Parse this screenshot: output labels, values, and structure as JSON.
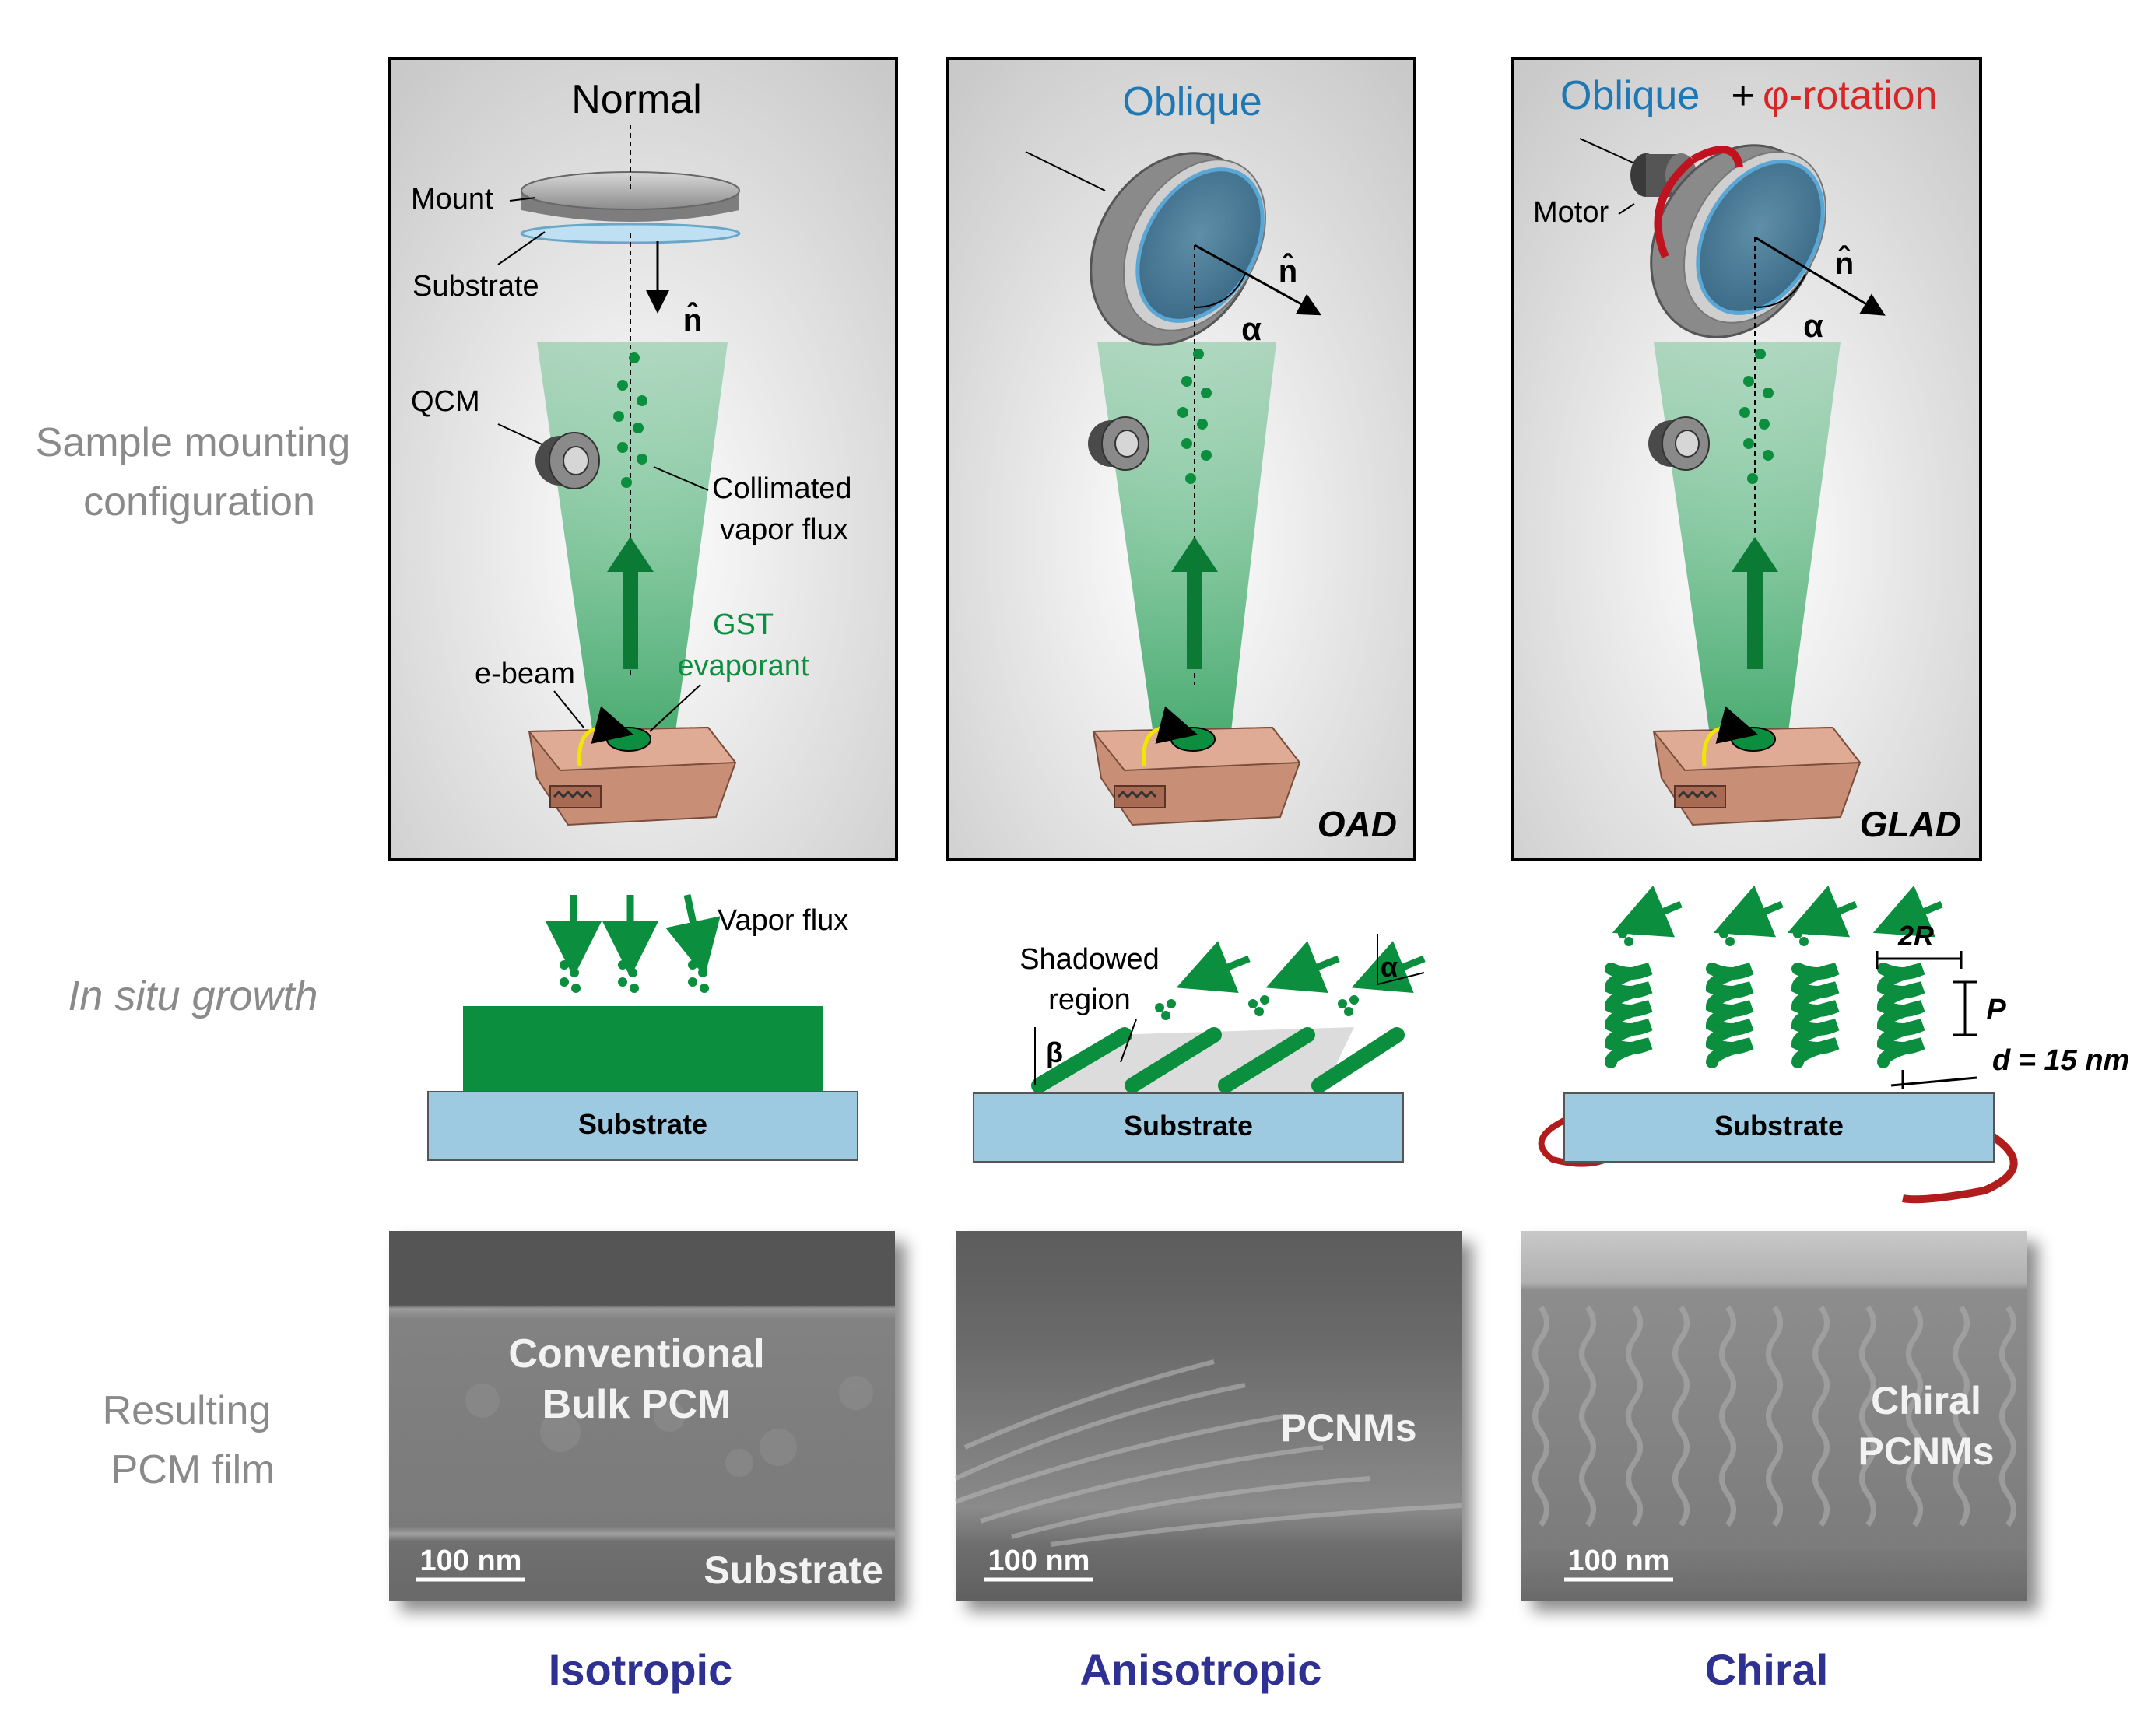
{
  "row_labels": {
    "mounting": [
      "Sample mounting",
      "configuration"
    ],
    "growth": "In situ growth",
    "result": [
      "Resulting",
      "PCM film"
    ]
  },
  "panel_normal": {
    "title": "Normal",
    "mount": "Mount",
    "substrate": "Substrate",
    "normal_vector": "n̂",
    "qcm": "QCM",
    "flux": [
      "Collimated",
      "vapor flux"
    ],
    "ebeam": "e-beam",
    "evaporant": [
      "GST",
      "evaporant"
    ]
  },
  "panel_oblique": {
    "title": "Oblique",
    "normal_vector": "n̂",
    "angle": "α",
    "tag": "OAD"
  },
  "panel_glad": {
    "title_a": "Oblique",
    "title_plus": " + ",
    "title_b": "φ-rotation",
    "motor": "Motor",
    "normal_vector": "n̂",
    "angle": "α",
    "tag": "GLAD"
  },
  "growth": {
    "vapor_flux": "Vapor flux",
    "substrate": "Substrate",
    "shadowed": [
      "Shadowed",
      "region"
    ],
    "beta": "β",
    "alpha": "α",
    "two_r": "2R",
    "pitch": "P",
    "d_value": "d = 15 nm"
  },
  "sem": {
    "bulk": [
      "Conventional",
      "Bulk PCM"
    ],
    "substrate": "Substrate",
    "pcnms": "PCNMs",
    "chiral": [
      "Chiral",
      "PCNMs"
    ],
    "scale": "100 nm"
  },
  "categories": [
    "Isotropic",
    "Anisotropic",
    "Chiral"
  ],
  "colors": {
    "green": "#0b8f3e",
    "blue_text": "#1f77b4",
    "red_text": "#d62728",
    "navy": "#2e3192",
    "gray_label": "#8a8a8a",
    "substrate": "#9ecae1"
  }
}
